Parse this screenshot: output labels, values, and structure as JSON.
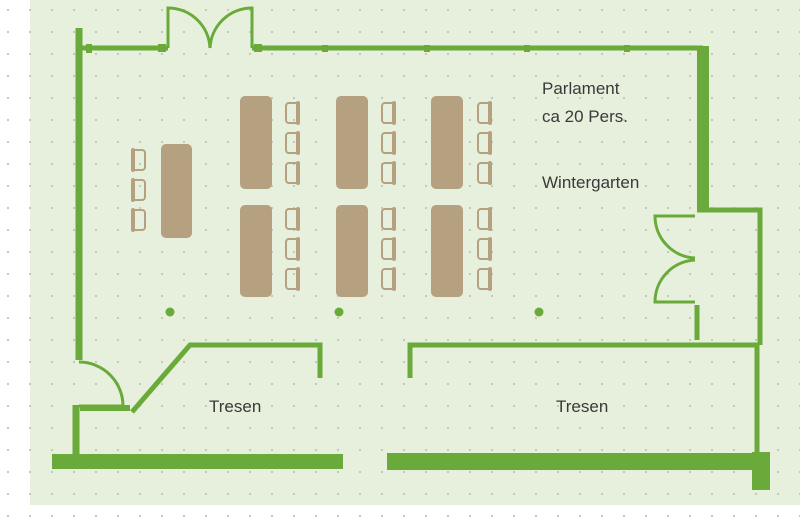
{
  "floorplan": {
    "labels": {
      "room_name": "Parlament",
      "capacity": "ca 20 Pers.",
      "area": "Wintergarten",
      "counter_left": "Tresen",
      "counter_right": "Tresen"
    },
    "colors": {
      "background": "#e6f0dc",
      "grid_dot": "#bcc7b6",
      "wall": "#6aaa3a",
      "furniture": "#b5a07f",
      "text": "#3a3a3a"
    },
    "icons": [
      "door-swing-icon",
      "table-icon",
      "chair-icon",
      "column-icon"
    ]
  }
}
